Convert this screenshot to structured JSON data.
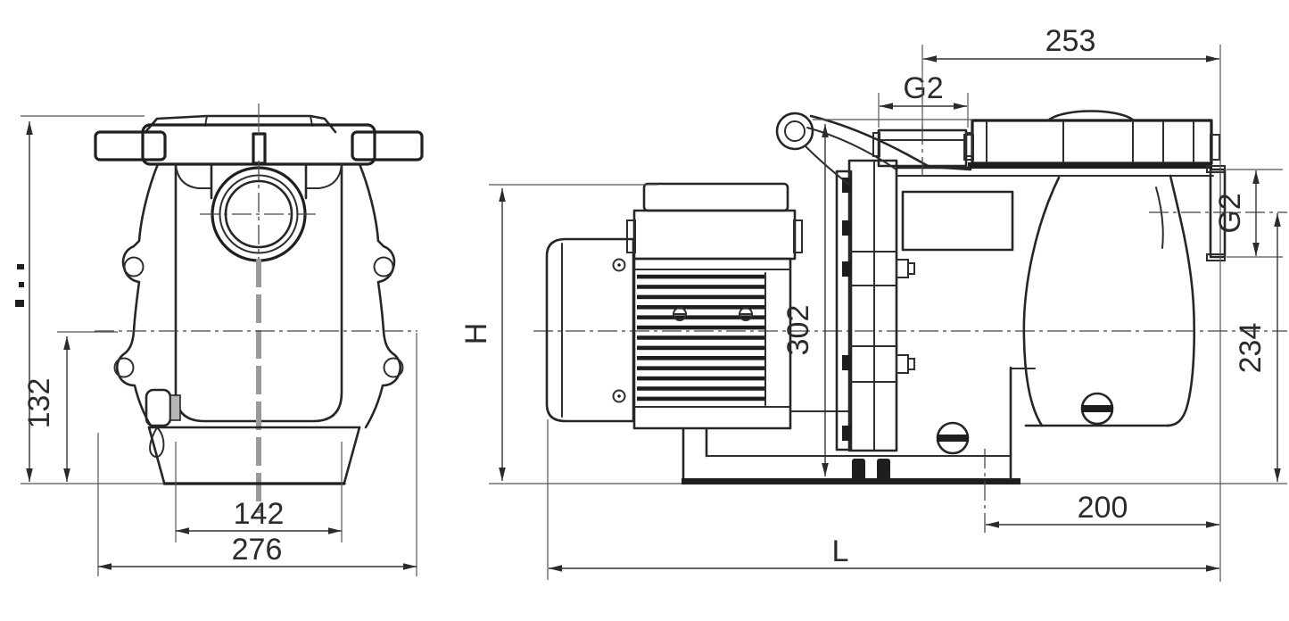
{
  "colors": {
    "background": "#ffffff",
    "lines": "#2b2b2b",
    "sight_stripe": "#999999"
  },
  "dimensions": {
    "front": {
      "centerline_height": "132",
      "base_width": "142",
      "overall_width": "276"
    },
    "side": {
      "top_span": "253",
      "top_port_thread": "G2",
      "outlet_port_thread": "G2",
      "overall_height_label": "H",
      "height_to_lid": "302",
      "outlet_center_height": "234",
      "foot_to_port_face": "200",
      "overall_length_label": "L"
    }
  }
}
